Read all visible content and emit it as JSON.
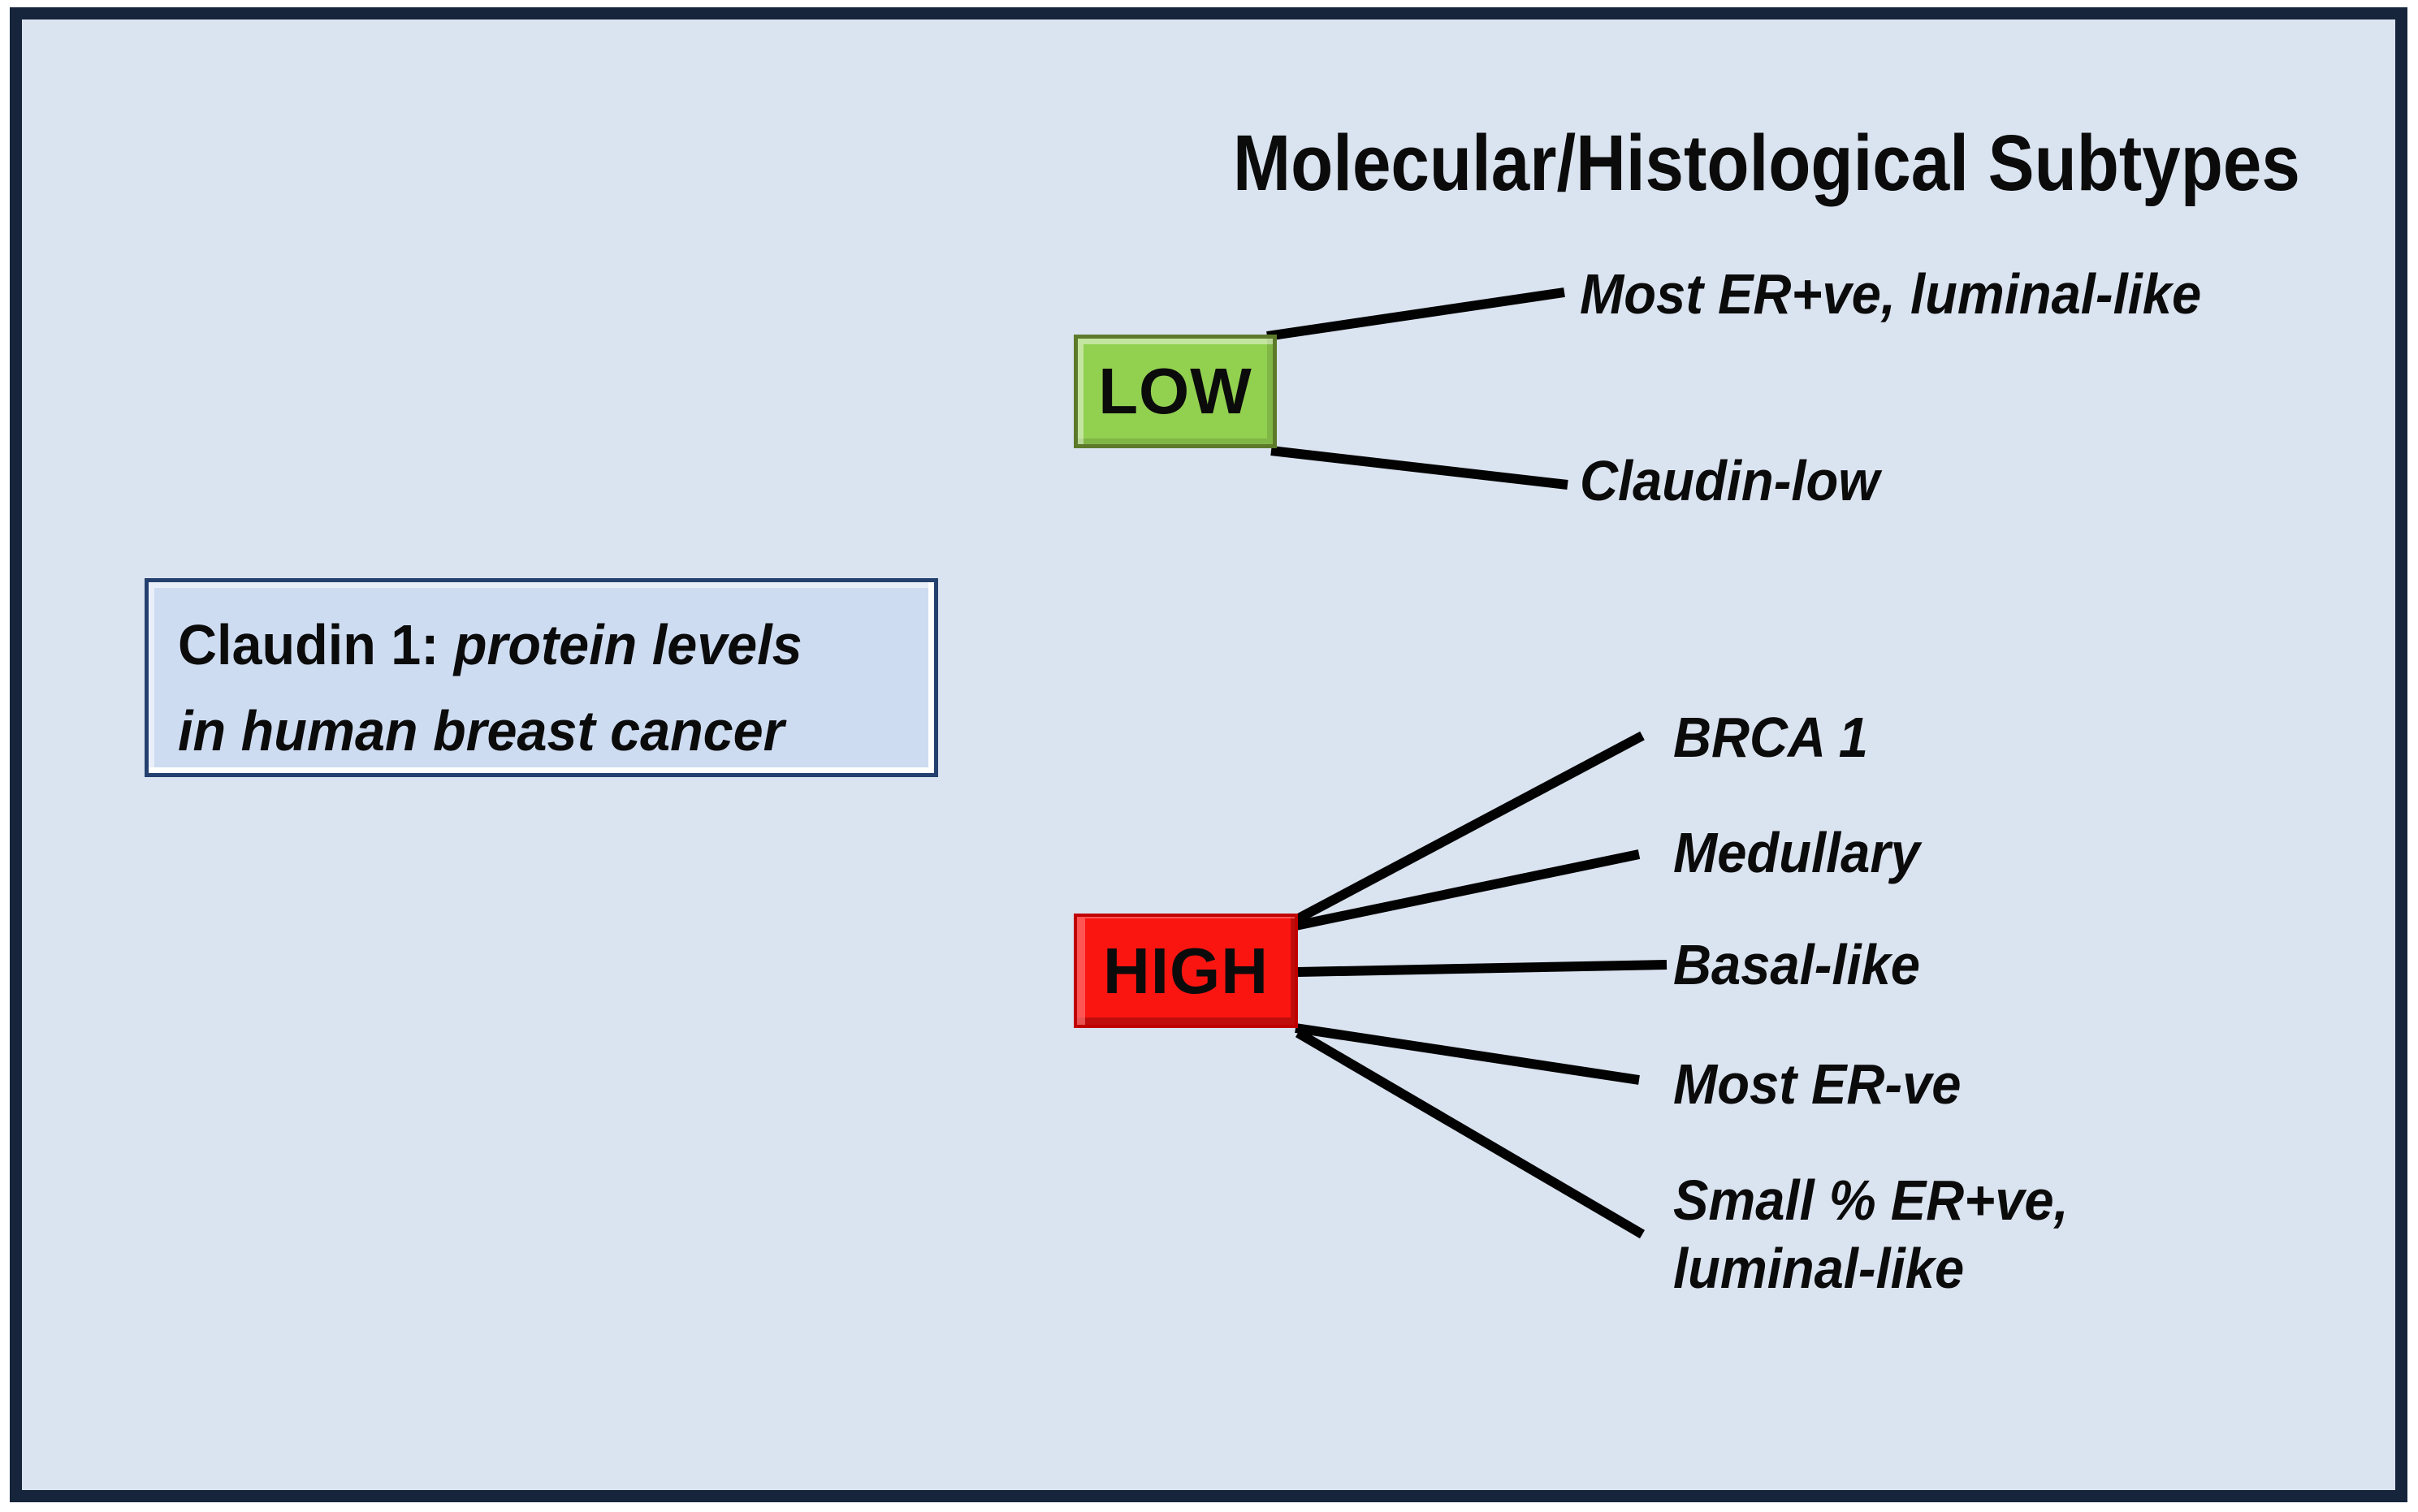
{
  "diagram": {
    "title": "Molecular/Histological Subtypes",
    "description_box": {
      "line1_plain": "Claudin 1: ",
      "line1_italic": "protein levels",
      "line2_italic": "in human breast cancer"
    },
    "nodes": [
      {
        "id": "low",
        "label": "LOW"
      },
      {
        "id": "high",
        "label": "HIGH"
      }
    ],
    "branches": {
      "low": [
        {
          "label": "Most ER+ve, luminal-like"
        },
        {
          "label": "Claudin-low"
        }
      ],
      "high": [
        {
          "label": "BRCA 1"
        },
        {
          "label": "Medullary"
        },
        {
          "label": "Basal-like"
        },
        {
          "label": "Most ER-ve"
        },
        {
          "label": "Small % ER+ve,\nluminal-like"
        }
      ]
    },
    "colors": {
      "canvas_background": "#DAE3F0",
      "frame_border": "#16243C",
      "low_fill": "#92D050",
      "low_border": "#5D7A2B",
      "high_fill": "#FB1511",
      "high_border": "#C00000",
      "description_fill": "#CEDCF2",
      "description_border": "#24406E",
      "connector": "#020202",
      "text": "#0B0B0B"
    }
  }
}
